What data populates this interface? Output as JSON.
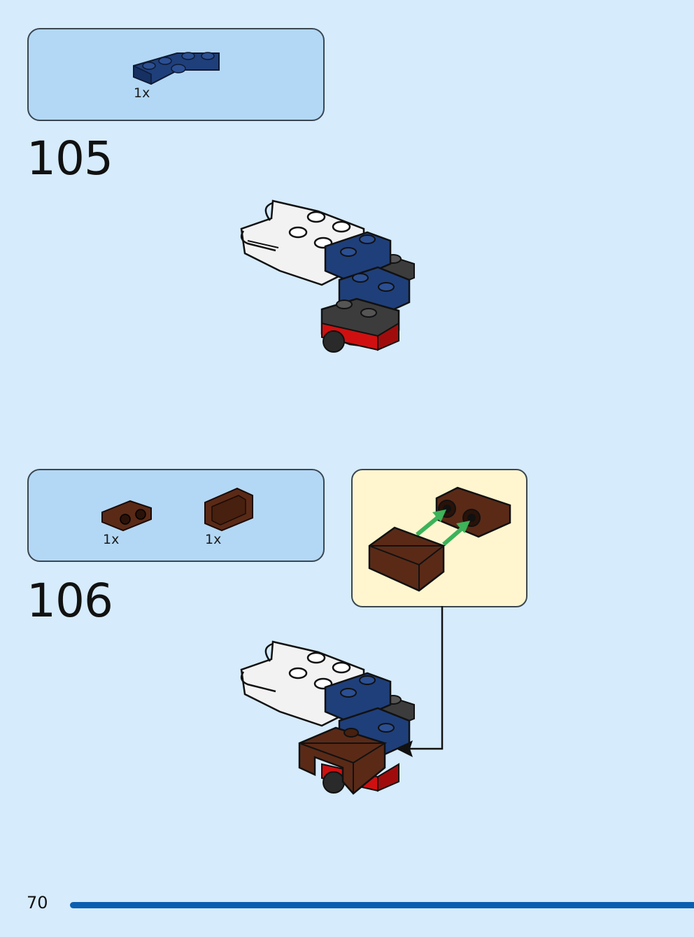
{
  "steps": [
    {
      "number": "105",
      "parts": [
        {
          "qty": "1x",
          "icon": "blue-hinge-plate-icon"
        }
      ]
    },
    {
      "number": "106",
      "parts": [
        {
          "qty": "1x",
          "icon": "brown-bracket-plate-icon"
        },
        {
          "qty": "1x",
          "icon": "brown-shell-brick-icon"
        }
      ]
    }
  ],
  "page": {
    "number": "70"
  },
  "colors": {
    "background": "#d6ebfb",
    "parts_box": "#b3d8f5",
    "callout": "#fff6cf",
    "page_bar": "#0a5fb0",
    "blue": "#1f3f7a",
    "brown": "#5a2a17",
    "white": "#f2f2f2",
    "dark_gray": "#3c3c3c",
    "red": "#d01010",
    "arrow_green": "#3db35a"
  }
}
